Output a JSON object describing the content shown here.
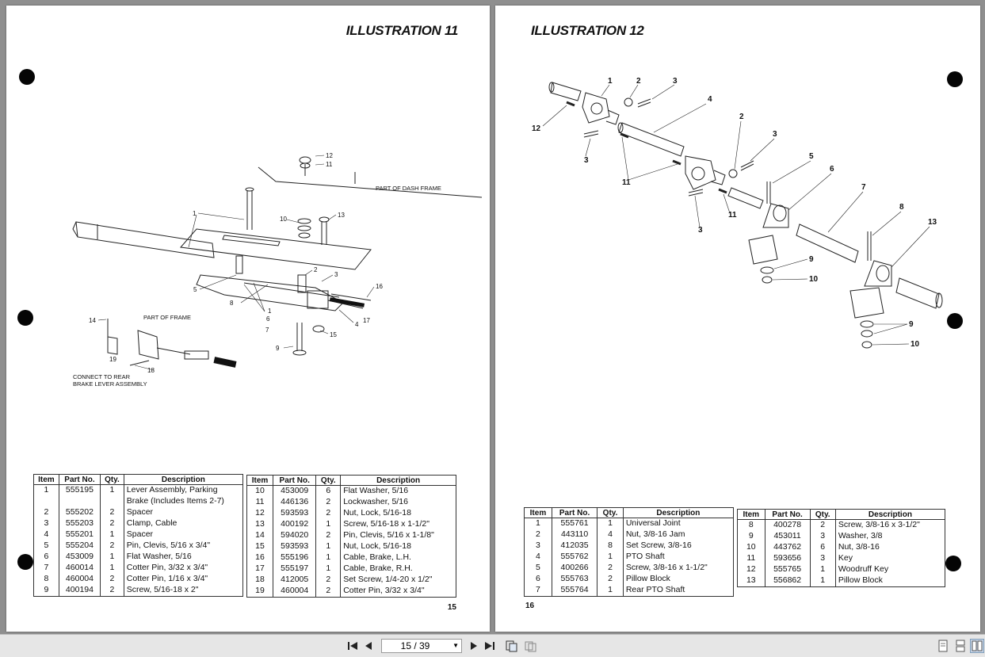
{
  "left_page": {
    "title": "ILLUSTRATION 11",
    "page_number": "15",
    "diagram_labels": {
      "part_of_dash_frame": "PART OF DASH FRAME",
      "part_of_frame": "PART OF FRAME",
      "connect_1": "CONNECT TO REAR",
      "connect_2": "BRAKE LEVER ASSEMBLY",
      "callouts": [
        "12",
        "11",
        "13",
        "10",
        "1",
        "2",
        "3",
        "16",
        "5",
        "8",
        "6",
        "7",
        "4",
        "17",
        "15",
        "9",
        "14",
        "19",
        "18"
      ]
    },
    "table_left": {
      "headers": [
        "Item",
        "Part No.",
        "Qty.",
        "Description"
      ],
      "rows": [
        [
          "1",
          "555195",
          "1",
          "Lever Assembly, Parking"
        ],
        [
          "",
          "",
          "",
          "Brake (Includes Items 2-7)"
        ],
        [
          "2",
          "555202",
          "2",
          "Spacer"
        ],
        [
          "3",
          "555203",
          "2",
          "Clamp, Cable"
        ],
        [
          "4",
          "555201",
          "1",
          "Spacer"
        ],
        [
          "5",
          "555204",
          "2",
          "Pin, Clevis, 5/16 x 3/4\""
        ],
        [
          "6",
          "453009",
          "1",
          "Flat Washer, 5/16"
        ],
        [
          "7",
          "460014",
          "1",
          "Cotter Pin, 3/32 x 3/4\""
        ],
        [
          "8",
          "460004",
          "2",
          "Cotter Pin, 1/16 x 3/4\""
        ],
        [
          "9",
          "400194",
          "2",
          "Screw, 5/16-18 x 2\""
        ]
      ]
    },
    "table_right": {
      "headers": [
        "Item",
        "Part No.",
        "Qty.",
        "Description"
      ],
      "rows": [
        [
          "10",
          "453009",
          "6",
          "Flat Washer, 5/16"
        ],
        [
          "11",
          "446136",
          "2",
          "Lockwasher, 5/16"
        ],
        [
          "12",
          "593593",
          "2",
          "Nut, Lock, 5/16-18"
        ],
        [
          "13",
          "400192",
          "1",
          "Screw, 5/16-18 x 1-1/2\""
        ],
        [
          "14",
          "594020",
          "2",
          "Pin, Clevis, 5/16 x 1-1/8\""
        ],
        [
          "15",
          "593593",
          "1",
          "Nut, Lock, 5/16-18"
        ],
        [
          "16",
          "555196",
          "1",
          "Cable, Brake, L.H."
        ],
        [
          "17",
          "555197",
          "1",
          "Cable, Brake, R.H."
        ],
        [
          "18",
          "412005",
          "2",
          "Set Screw, 1/4-20 x 1/2\""
        ],
        [
          "19",
          "460004",
          "2",
          "Cotter Pin, 3/32 x 3/4\""
        ]
      ]
    }
  },
  "right_page": {
    "title": "ILLUSTRATION 12",
    "page_number": "16",
    "diagram_labels": {
      "callouts": [
        "1",
        "2",
        "3",
        "4",
        "12",
        "3",
        "2",
        "3",
        "11",
        "5",
        "6",
        "3",
        "11",
        "7",
        "8",
        "13",
        "9",
        "10",
        "9",
        "10"
      ]
    },
    "table_left": {
      "headers": [
        "Item",
        "Part No.",
        "Qty.",
        "Description"
      ],
      "rows": [
        [
          "1",
          "555761",
          "1",
          "Universal Joint"
        ],
        [
          "2",
          "443110",
          "4",
          "Nut, 3/8-16 Jam"
        ],
        [
          "3",
          "412035",
          "8",
          "Set Screw, 3/8-16"
        ],
        [
          "4",
          "555762",
          "1",
          "PTO Shaft"
        ],
        [
          "5",
          "400266",
          "2",
          "Screw, 3/8-16 x 1-1/2\""
        ],
        [
          "6",
          "555763",
          "2",
          "Pillow Block"
        ],
        [
          "7",
          "555764",
          "1",
          "Rear PTO Shaft"
        ]
      ]
    },
    "table_right": {
      "headers": [
        "Item",
        "Part No.",
        "Qty.",
        "Description"
      ],
      "rows": [
        [
          "8",
          "400278",
          "2",
          "Screw, 3/8-16 x 3-1/2\""
        ],
        [
          "9",
          "453011",
          "3",
          "Washer, 3/8"
        ],
        [
          "10",
          "443762",
          "6",
          "Nut, 3/8-16"
        ],
        [
          "11",
          "593656",
          "3",
          "Key"
        ],
        [
          "12",
          "555765",
          "1",
          "Woodruff Key"
        ],
        [
          "13",
          "556862",
          "1",
          "Pillow Block"
        ]
      ]
    }
  },
  "toolbar": {
    "page_indicator": "15 / 39",
    "icons": [
      "first-page-icon",
      "prev-page-icon",
      "dropdown-arrow-icon",
      "next-page-icon",
      "last-page-icon",
      "fit-page-icon",
      "fit-width-icon",
      "single-page-icon",
      "continuous-page-icon",
      "two-page-icon"
    ]
  }
}
